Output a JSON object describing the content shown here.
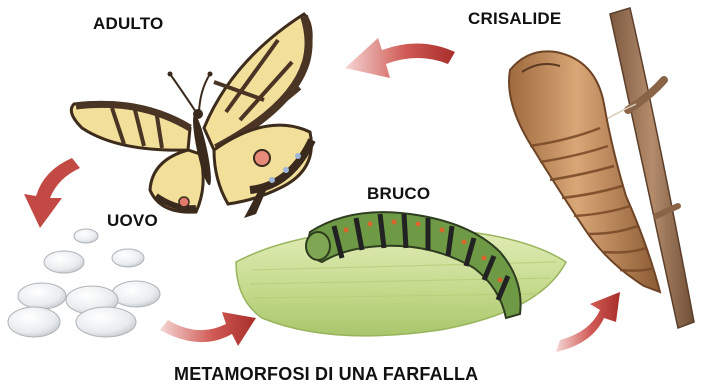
{
  "labels": {
    "adult": "ADULTO",
    "pupa": "CRISALIDE",
    "larva": "BRUCO",
    "egg": "UOVO"
  },
  "title": "METAMORFOSI DI UNA FARFALLA",
  "colors": {
    "arrow": "#b83a35",
    "wing_light": "#f2df9a",
    "wing_dark": "#4a3424",
    "chrysalis": "#c48c5c",
    "twig": "#a27a5b",
    "leaf": "#c7dc8f",
    "caterpillar": "#6e9a45"
  }
}
